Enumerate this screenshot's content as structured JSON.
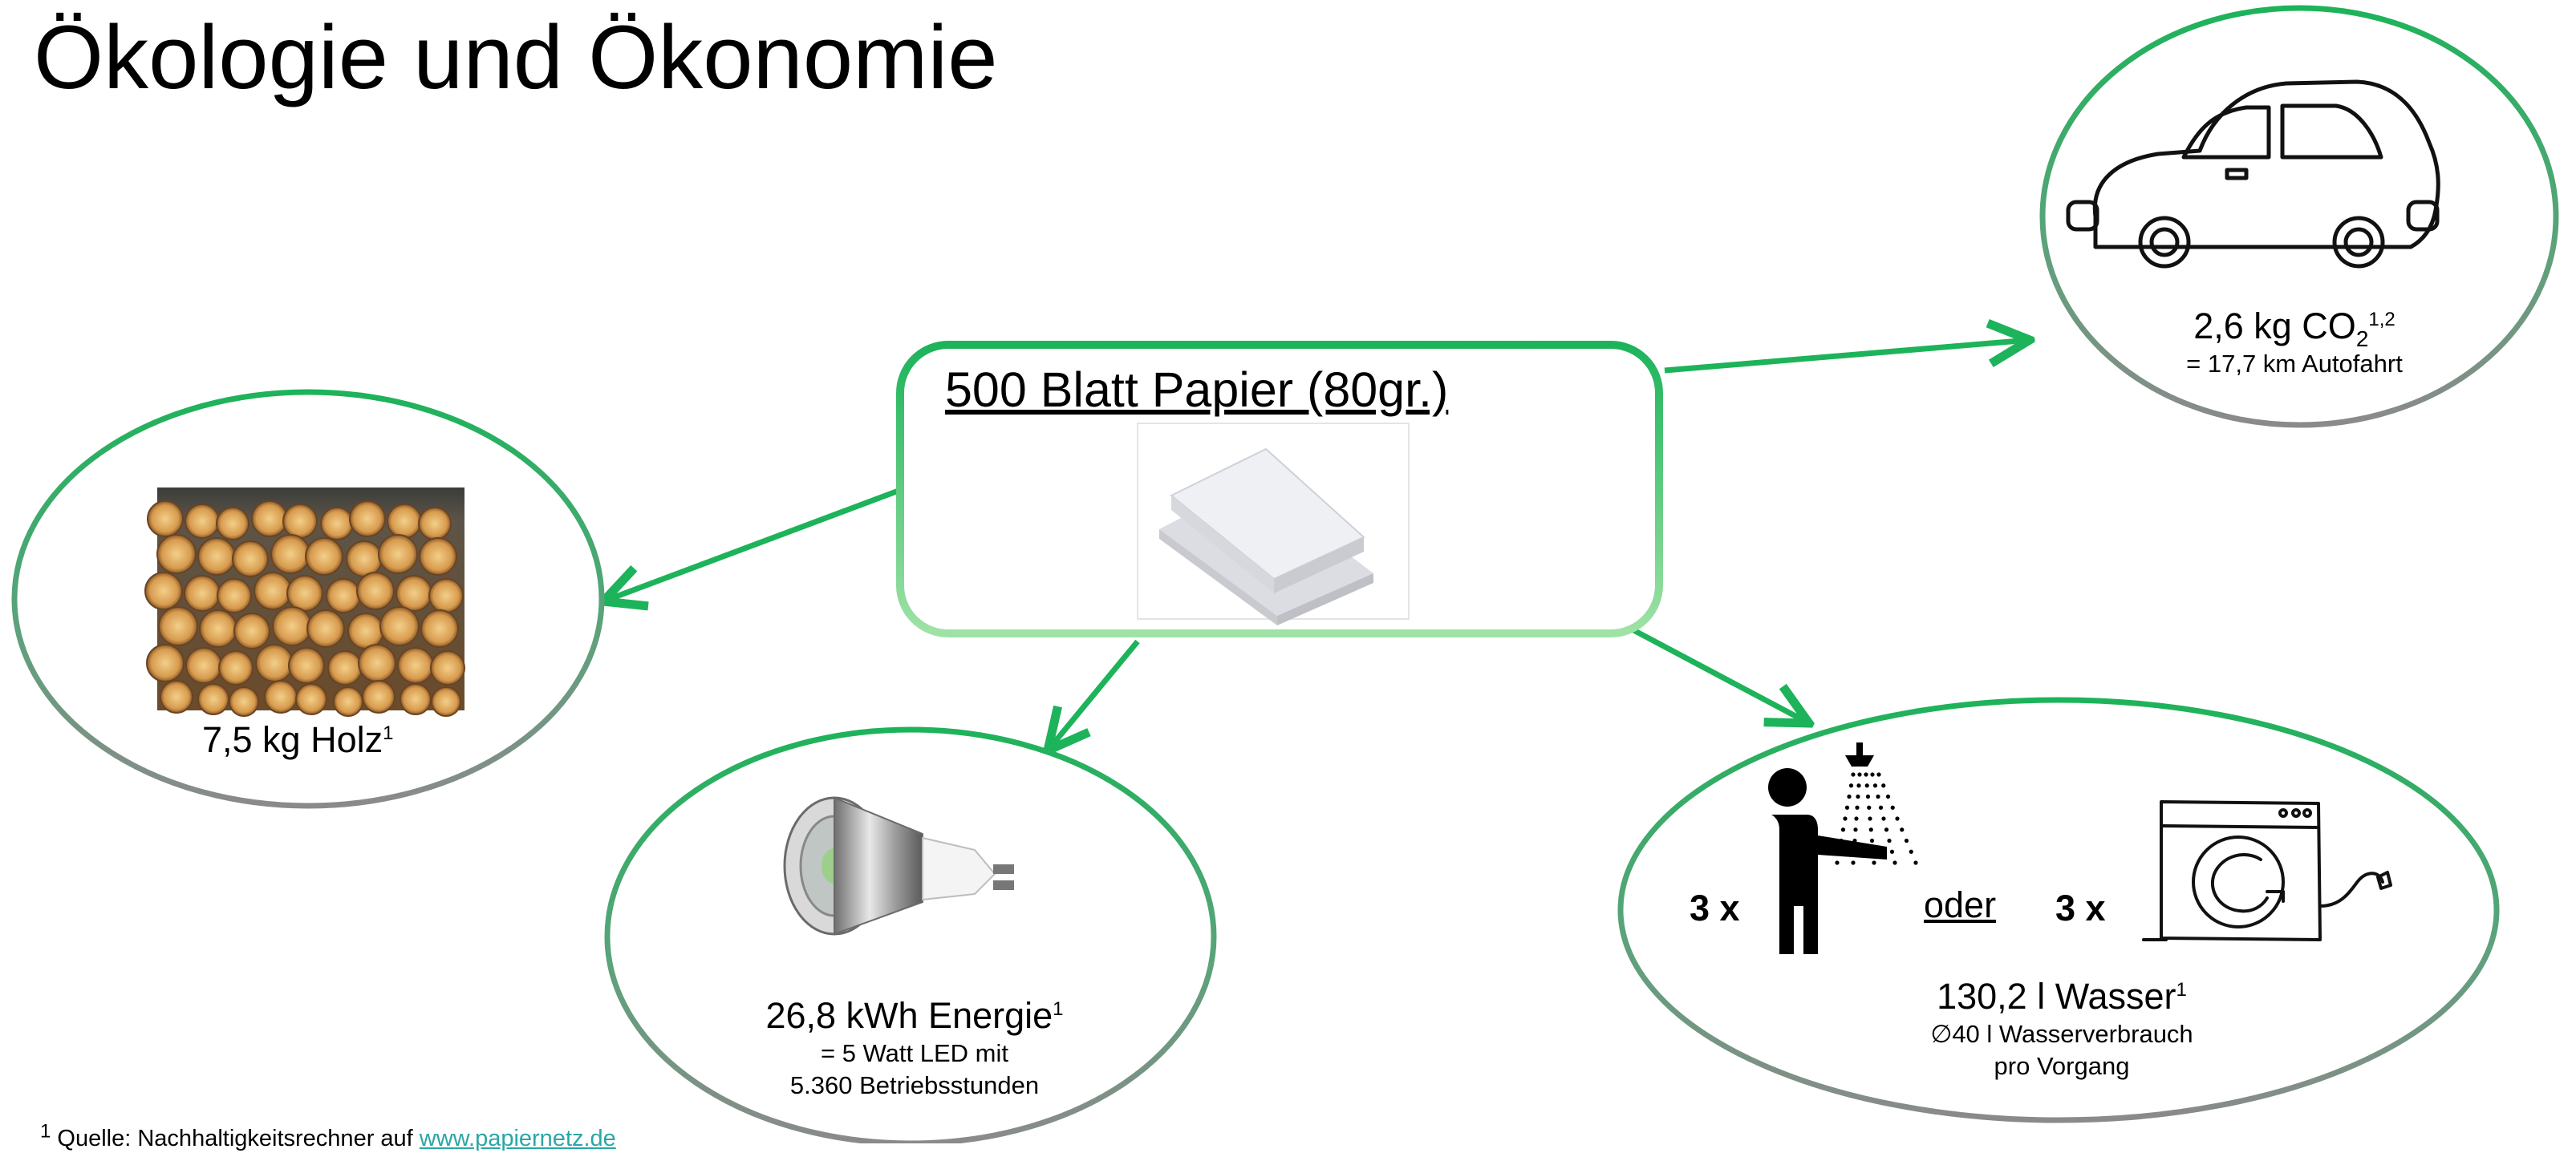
{
  "page": {
    "title": "Ökologie und Ökonomie"
  },
  "center": {
    "title": "500 Blatt Papier (80gr.)"
  },
  "wood": {
    "value": "7,5 kg Holz",
    "ref": "1"
  },
  "car": {
    "value_prefix": "2,6 kg CO",
    "subscript": "2",
    "ref": "1,2",
    "detail": "= 17,7 km Autofahrt"
  },
  "energy": {
    "value": "26,8 kWh Energie",
    "ref": "1",
    "detail_1": "= 5 Watt LED mit",
    "detail_2": "5.360 Betriebsstunden"
  },
  "water": {
    "count_shower": "3 x",
    "or": "oder",
    "count_washer": "3 x",
    "value": "130,2 l Wasser",
    "ref": "1",
    "detail_1": "∅40 l Wasserverbrauch",
    "detail_2": "pro Vorgang"
  },
  "footnote": {
    "marker": "1",
    "text": "Quelle: Nachhaltigkeitsrechner auf ",
    "link": "www.papiernetz.de"
  },
  "colors": {
    "arrow": "#1db35a",
    "ellipse_top": "#1db35a",
    "ellipse_bottom": "#888888"
  },
  "icons": [
    "paper-stack-icon",
    "wood-logs-icon",
    "car-icon",
    "led-bulb-icon",
    "shower-person-icon",
    "washing-machine-icon"
  ]
}
